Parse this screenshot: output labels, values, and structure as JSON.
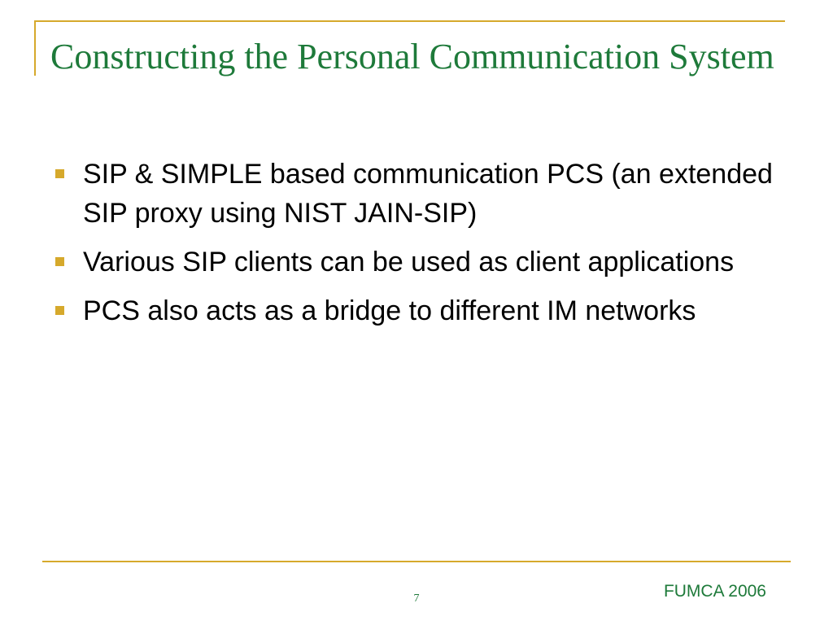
{
  "slide": {
    "title": "Constructing the Personal Communication System",
    "bullets": [
      {
        "text": "SIP & SIMPLE based communication PCS (an extended SIP proxy using NIST JAIN-SIP)"
      },
      {
        "text": "Various SIP clients can be used as client applications"
      },
      {
        "text": "PCS also acts as a bridge to different IM networks"
      }
    ],
    "page_number": "7",
    "footer": "FUMCA 2006"
  },
  "colors": {
    "accent": "#d6a92c",
    "title": "#1e7a3a",
    "body": "#000000"
  },
  "icons": {
    "bullet": "square-bullet-icon"
  }
}
